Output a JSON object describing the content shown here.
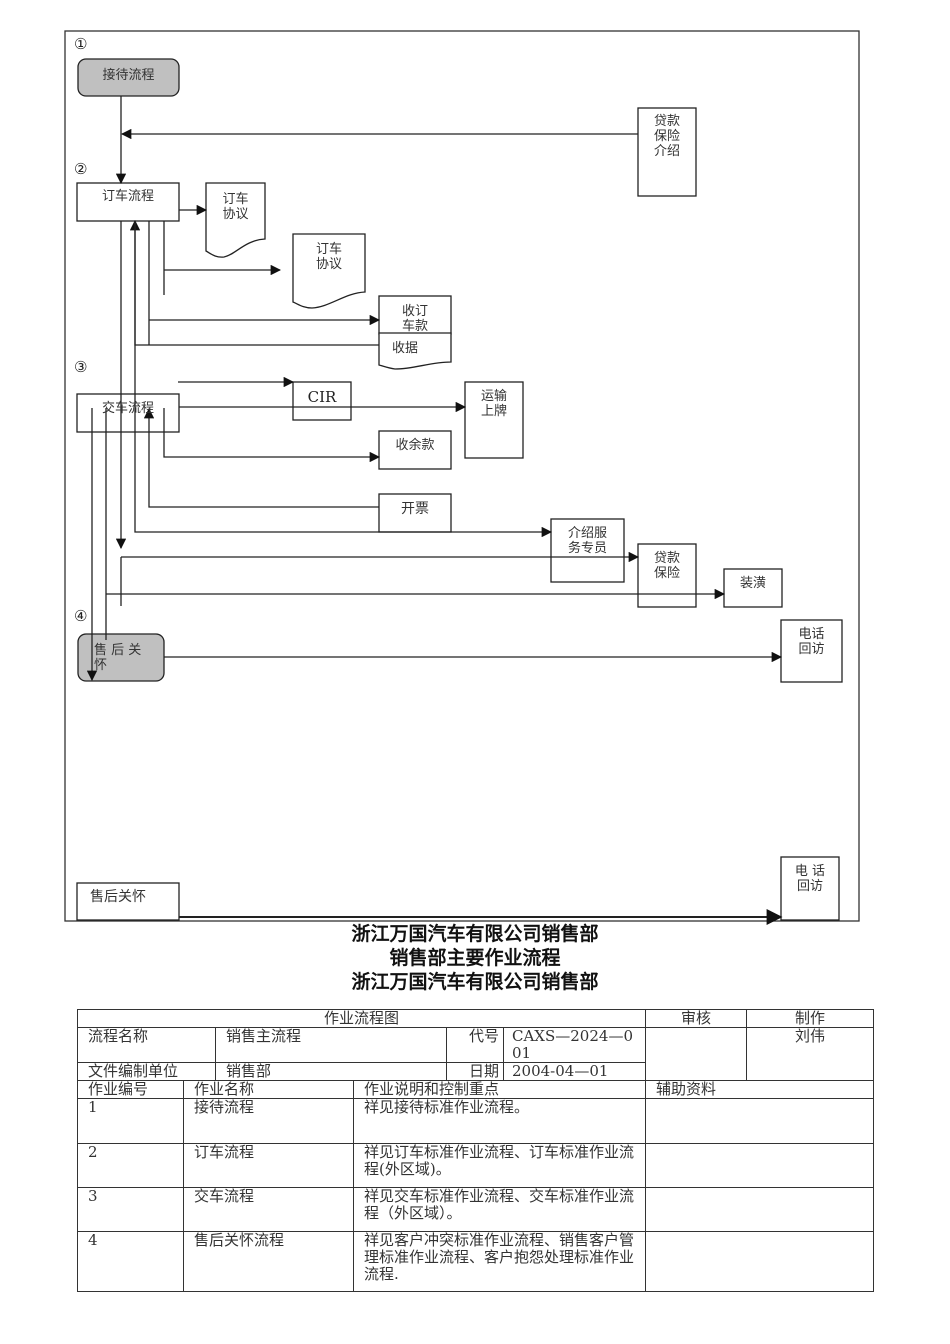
{
  "diagram": {
    "step_markers": [
      "①",
      "②",
      "③",
      "④"
    ],
    "nodes": {
      "reception": "接待流程",
      "loan_insurance_intro": "贷款\n保险\n介绍",
      "order_process": "订车流程",
      "order_agreement_1": "订车\n协议",
      "order_agreement_2": "订车\n协议",
      "collect_deposit": "收订\n车款",
      "receipt": "收据",
      "delivery_process": "交车流程",
      "cir": "CIR",
      "transport_plate": "运输\n上牌",
      "collect_balance": "收余款",
      "invoice": "开票",
      "service_specialist": "介绍服\n务专员",
      "loan_insurance": "贷款\n保险",
      "decoration": "装潢",
      "after_sales_care": "售 后 关\n怀",
      "phone_followup": "电话\n回访",
      "after_sales_care_2": "售后关怀",
      "phone_followup_2": "电 话\n回访"
    }
  },
  "titles": {
    "company": "浙江万国汽车有限公司销售部",
    "document": "销售部主要作业流程",
    "company_repeat": "浙江万国汽车有限公司销售部"
  },
  "info_table": {
    "heading": "作业流程图",
    "review_label": "审核",
    "author_label": "制作",
    "process_name_label": "流程名称",
    "process_name": "销售主流程",
    "code_label": "代号",
    "code": "CAXS—2024—001",
    "unit_label": "文件编制单位",
    "unit": "销售部",
    "date_label": "日期",
    "date": "2004-04—01",
    "author": "刘伟",
    "columns": [
      "作业编号",
      "作业名称",
      "作业说明和控制重点",
      "辅助资料"
    ],
    "rows": [
      {
        "no": "1",
        "name": "接待流程",
        "desc": "祥见接待标准作业流程。",
        "ref": ""
      },
      {
        "no": "2",
        "name": "订车流程",
        "desc": "祥见订车标准作业流程、订车标准作业流程(外区域)。",
        "ref": ""
      },
      {
        "no": "3",
        "name": "交车流程",
        "desc": "祥见交车标准作业流程、交车标准作业流程（外区域）。",
        "ref": ""
      },
      {
        "no": "4",
        "name": "售后关怀流程",
        "desc": "祥见客户冲突标准作业流程、销售客户管理标准作业流程、客户抱怨处理标准作业流程.",
        "ref": ""
      }
    ]
  }
}
